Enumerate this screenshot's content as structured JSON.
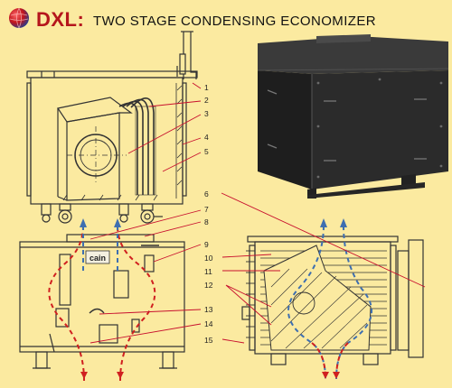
{
  "header": {
    "brand": "DXL:",
    "title": "TWO STAGE CONDENSING ECONOMIZER"
  },
  "callouts": [
    "1",
    "2",
    "3",
    "4",
    "5",
    "6",
    "7",
    "8",
    "9",
    "10",
    "11",
    "12",
    "13",
    "14",
    "15"
  ],
  "nameplate": "cain",
  "colors": {
    "background": "#fbeaa0",
    "line": "#333333",
    "leader": "#c8102e",
    "flow_blue": "#3e6fb0",
    "flow_red": "#d02020",
    "unit_body": "#2e2e2e",
    "brand": "#b5161c"
  },
  "icons": [
    "globe-logo-icon"
  ]
}
